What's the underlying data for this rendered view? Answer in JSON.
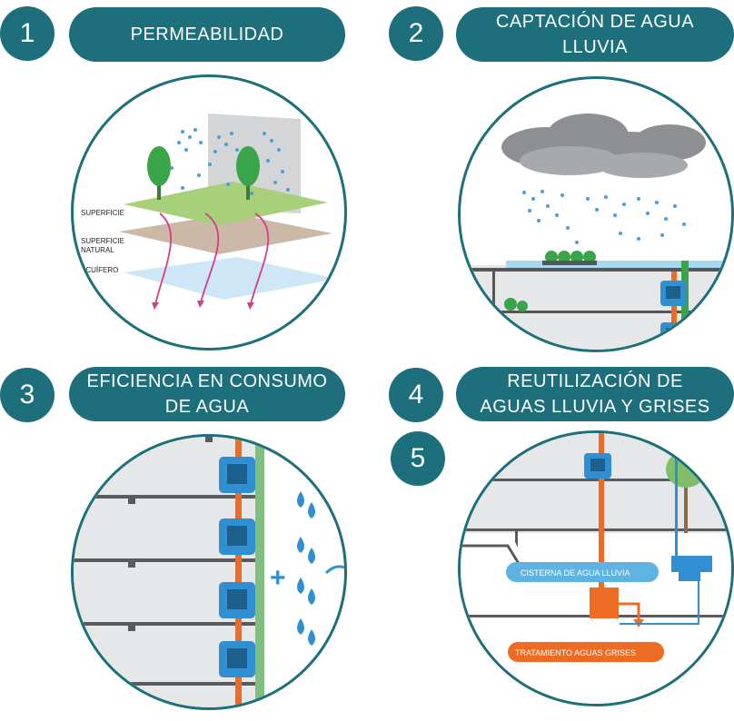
{
  "steps": [
    {
      "number": "1",
      "title_lines": [
        "PERMEABILIDAD"
      ]
    },
    {
      "number": "2",
      "title_lines": [
        "CAPTACIÓN  DE AGUA",
        "LLUVIA"
      ]
    },
    {
      "number": "3",
      "title_lines": [
        "EFICIENCIA EN CONSUMO",
        "DE AGUA"
      ]
    },
    {
      "number": "4",
      "title_lines": [
        "REUTILIZACIÓN DE",
        "AGUAS LLUVIA Y GRISES"
      ]
    },
    {
      "number": "5",
      "title_lines": []
    }
  ],
  "diagram1": {
    "labels": [
      "SUPERFICIE",
      "SUPERFICIE",
      "NATURAL",
      "ACUÍFERO"
    ]
  },
  "diagram3": {
    "plus": "+"
  },
  "diagram4": {
    "cistern_label": "CISTERNA DE AGUA LLUVIA",
    "treatment_label": "TRATAMIENTO AGUAS GRISES"
  },
  "colors": {
    "teal": "#1c6f7b",
    "water_blue": "#2f8fd0",
    "pipe_orange": "#ee6b23",
    "building_gray": "#e6e7e8",
    "grass_green": "#a8cf7a",
    "tree_green": "#3aa44a"
  }
}
